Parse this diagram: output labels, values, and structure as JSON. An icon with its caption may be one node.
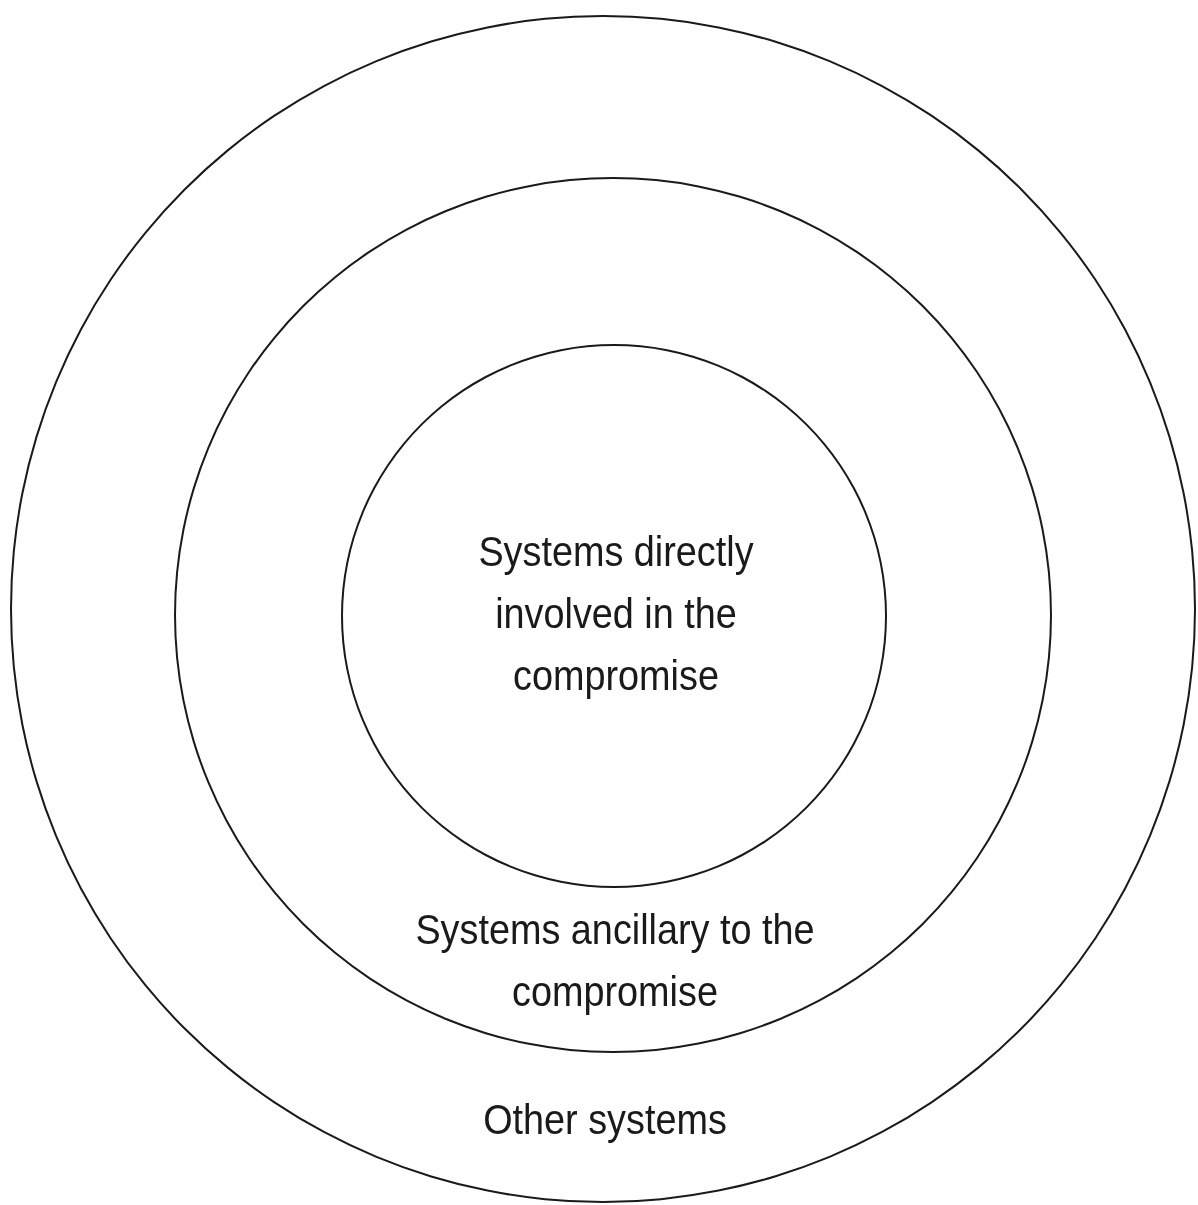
{
  "diagram": {
    "nodes": [
      {
        "text": [
          "Other systems"
        ]
      },
      {
        "text": [
          "Systems ancillary to the compromise"
        ],
        "in": 0
      },
      {
        "text": [
          "Systems directly involved in the compromise"
        ],
        "in": 1
      }
    ]
  }
}
